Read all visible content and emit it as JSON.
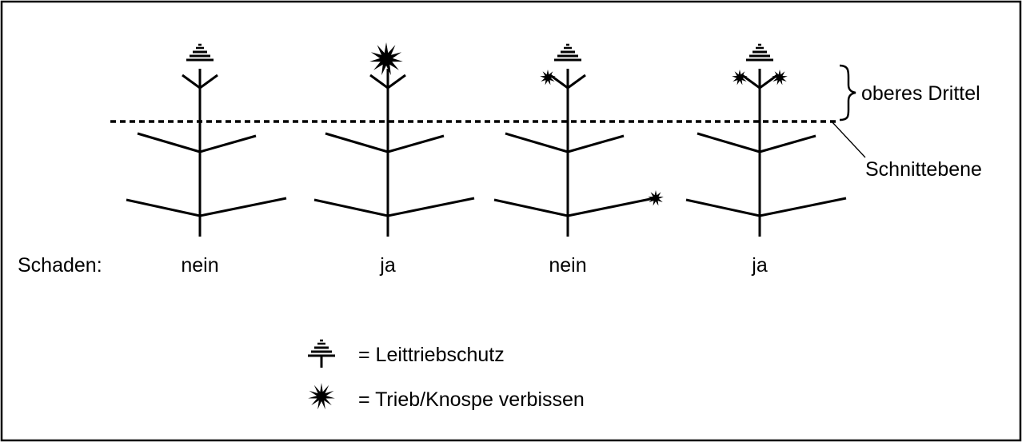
{
  "labels": {
    "top_third": "oberes Drittel",
    "cut_plane": "Schnittebene",
    "damage_prefix": "Schaden:"
  },
  "trees": [
    {
      "damage": "nein",
      "leader_bitten": false,
      "upper_side_bitten": [],
      "lower_branch_bitten": false
    },
    {
      "damage": "ja",
      "leader_bitten": true,
      "upper_side_bitten": [],
      "lower_branch_bitten": false
    },
    {
      "damage": "nein",
      "leader_bitten": false,
      "upper_side_bitten": [
        "left"
      ],
      "lower_branch_bitten": true
    },
    {
      "damage": "ja",
      "leader_bitten": false,
      "upper_side_bitten": [
        "left",
        "right"
      ],
      "lower_branch_bitten": false
    }
  ],
  "legend": [
    {
      "icon": "leader-protection-icon",
      "text": "= Leittriebschutz"
    },
    {
      "icon": "bitten-bud-icon",
      "text": "= Trieb/Knospe verbissen"
    }
  ]
}
